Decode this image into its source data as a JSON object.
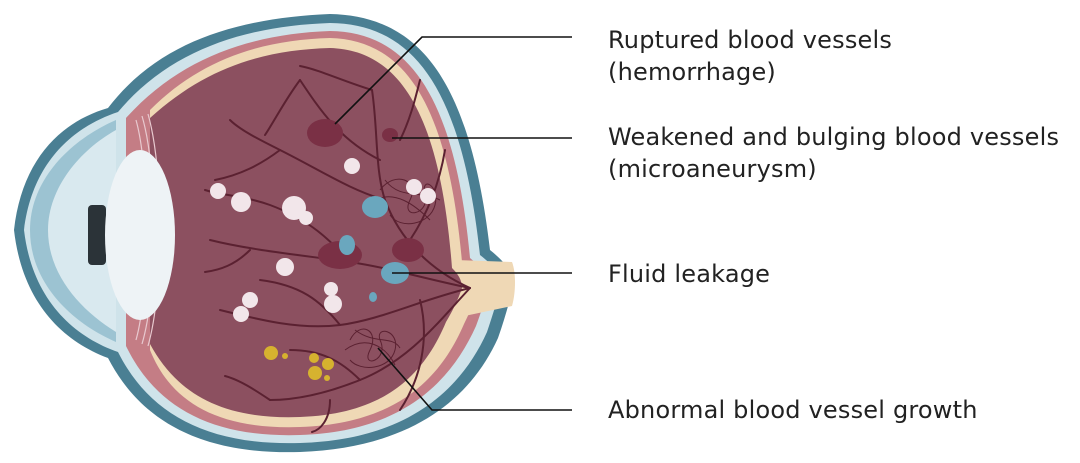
{
  "labels": {
    "hemorrhage": {
      "line1": "Ruptured blood vessels",
      "line2": "(hemorrhage)"
    },
    "microaneurysm": {
      "line1": "Weakened and bulging blood vessels",
      "line2": "(microaneurysm)"
    },
    "fluid": {
      "line1": "Fluid leakage"
    },
    "growth": {
      "line1": "Abnormal blood vessel growth"
    }
  },
  "colors": {
    "sclera_outer": "#4a7f93",
    "sclera_light": "#cfe3ea",
    "choroid": "#c47d85",
    "retina_band": "#efd8b5",
    "vitreous": "#8c5060",
    "vessel": "#5b2131",
    "hemorrhage": "#7a3045",
    "fluid": "#6aa7be",
    "exudate_white": "#f2e6ea",
    "exudate_yellow": "#d6b22f",
    "lens": "#eef3f6",
    "leader_line": "#111111"
  }
}
